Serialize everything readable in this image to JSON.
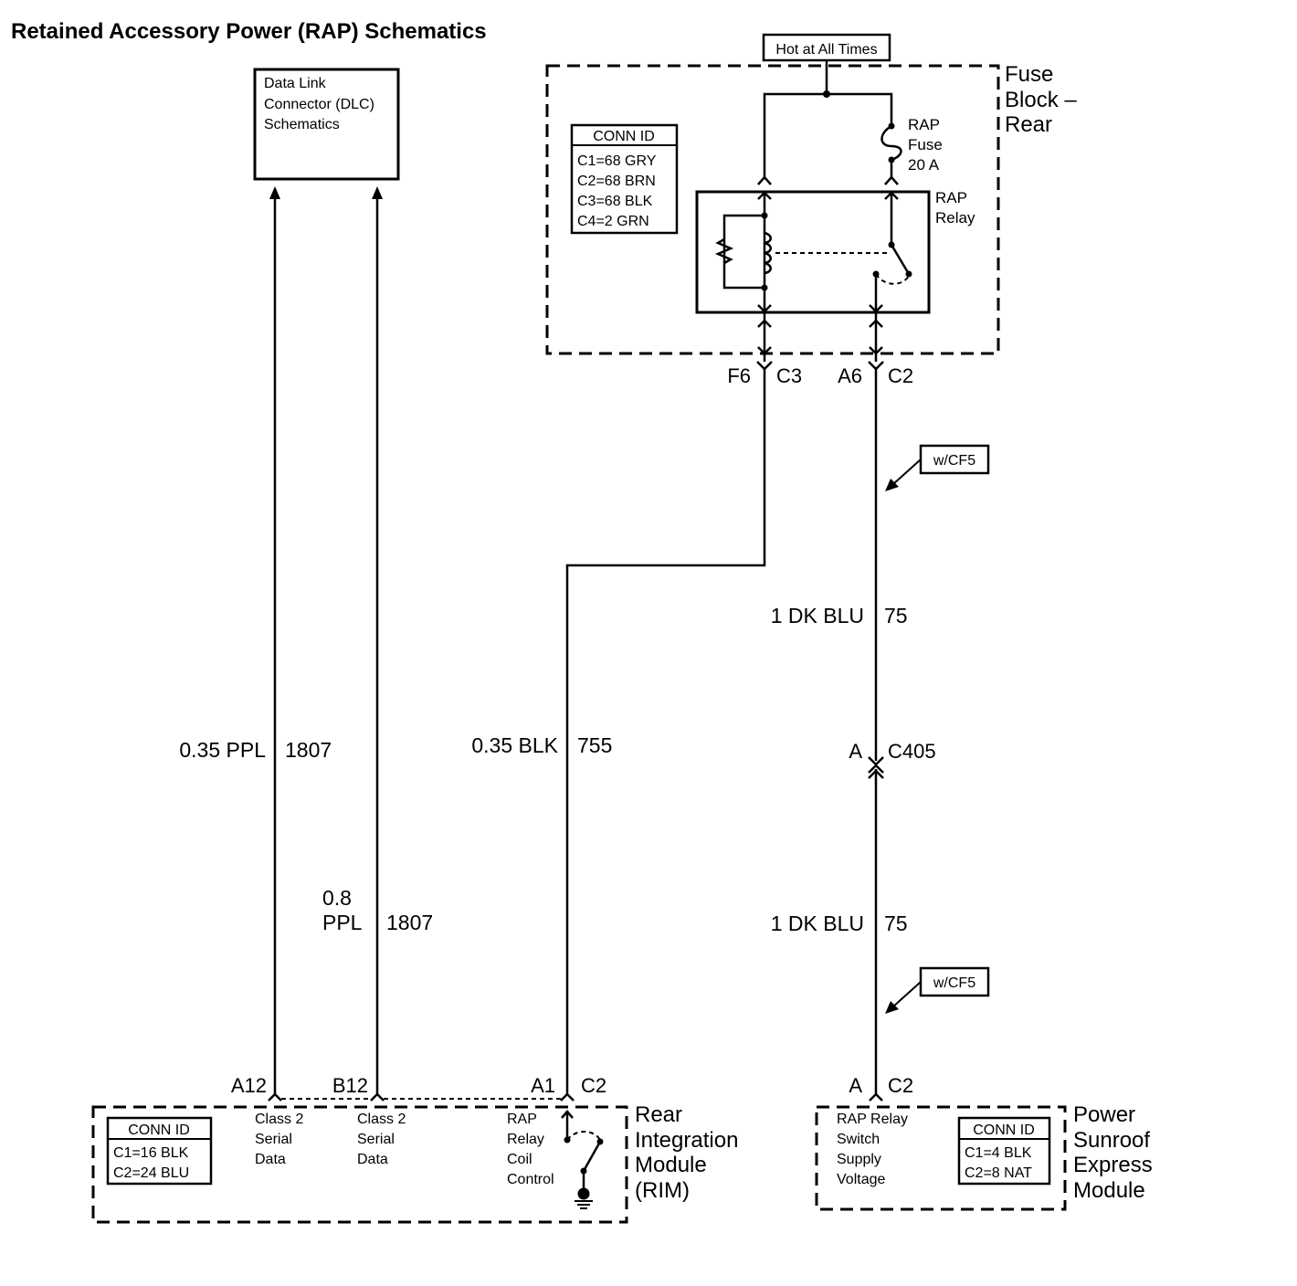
{
  "title": "Retained Accessory Power (RAP) Schematics",
  "dlc_box": {
    "lines": [
      "Data Link",
      "Connector (DLC)",
      "Schematics"
    ]
  },
  "hot_label": "Hot at All Times",
  "fuse_block": {
    "name_lines": [
      "Fuse",
      "Block –",
      "Rear"
    ],
    "conn_id": {
      "header": "CONN ID",
      "rows": [
        "C1=68 GRY",
        "C2=68 BRN",
        "C3=68 BLK",
        "C4=2 GRN"
      ]
    },
    "fuse_lines": [
      "RAP",
      "Fuse",
      "20 A"
    ],
    "relay_lines": [
      "RAP",
      "Relay"
    ],
    "pin_left": "F6",
    "conn_left": "C3",
    "pin_right": "A6",
    "conn_right": "C2"
  },
  "wires": {
    "w1807a": {
      "gauge": "0.35 PPL",
      "circuit": "1807"
    },
    "w1807b": {
      "gauge_line1": "0.8",
      "gauge_line2": "PPL",
      "circuit": "1807"
    },
    "w755": {
      "gauge": "0.35 BLK",
      "circuit": "755"
    },
    "w75_upper": {
      "gauge": "1 DK BLU",
      "circuit": "75"
    },
    "w75_lower": {
      "gauge": "1 DK BLU",
      "circuit": "75"
    }
  },
  "option_tag_upper": "w/CF5",
  "option_tag_lower": "w/CF5",
  "inline_conn": {
    "pin": "A",
    "name": "C405"
  },
  "rim": {
    "name_lines": [
      "Rear",
      "Integration",
      "Module",
      "(RIM)"
    ],
    "conn_id": {
      "header": "CONN ID",
      "rows": [
        "C1=16 BLK",
        "C2=24 BLU"
      ]
    },
    "pins": [
      {
        "pin": "A12",
        "label_lines": [
          "Class 2",
          "Serial",
          "Data"
        ]
      },
      {
        "pin": "B12",
        "label_lines": [
          "Class 2",
          "Serial",
          "Data"
        ]
      },
      {
        "pin": "A1",
        "conn": "C2",
        "label_lines": [
          "RAP",
          "Relay",
          "Coil",
          "Control"
        ]
      }
    ]
  },
  "sunroof": {
    "name_lines": [
      "Power",
      "Sunroof",
      "Express",
      "Module"
    ],
    "conn_id": {
      "header": "CONN ID",
      "rows": [
        "C1=4 BLK",
        "C2=8 NAT"
      ]
    },
    "pin": "A",
    "conn": "C2",
    "label_lines": [
      "RAP Relay",
      "Switch",
      "Supply",
      "Voltage"
    ]
  }
}
